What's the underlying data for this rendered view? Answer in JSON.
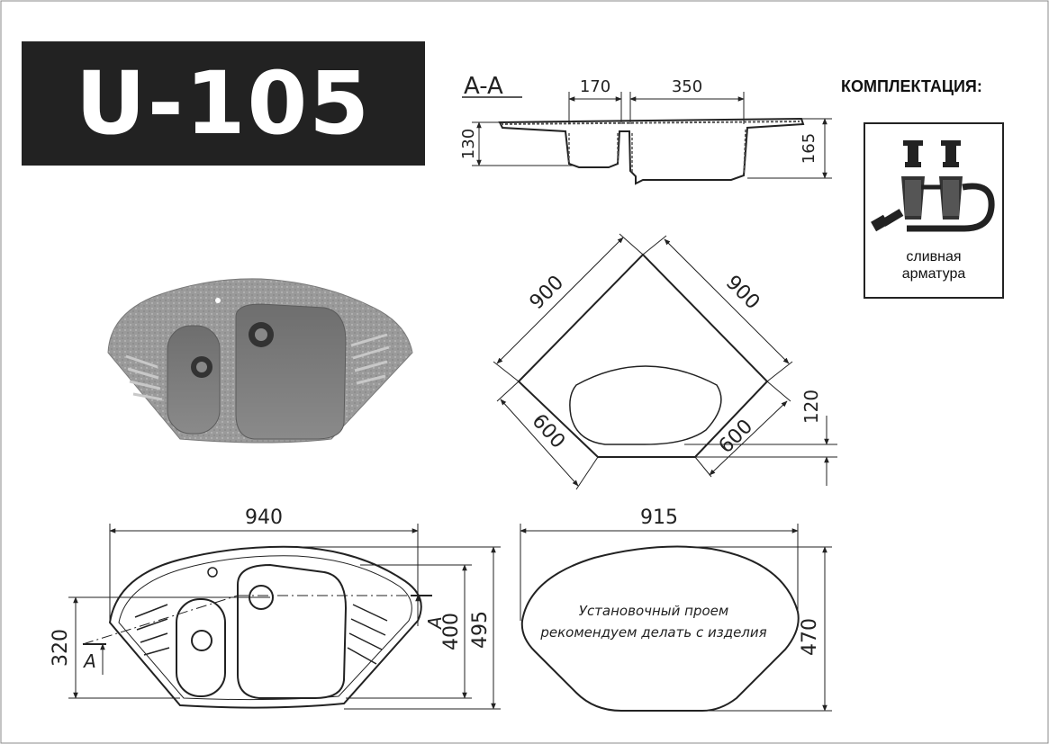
{
  "model": "U-105",
  "section": {
    "label": "A-A",
    "dims": {
      "bowl_small": "170",
      "bowl_large": "350",
      "height_small": "130",
      "height_large": "165"
    }
  },
  "kit": {
    "title": "КОМПЛЕКТАЦИЯ:",
    "item_line1": "сливная",
    "item_line2": "арматура",
    "icon": "drain-siphon-icon"
  },
  "corner_view": {
    "side_a": "900",
    "side_b": "900",
    "front_a": "600",
    "front_b": "600",
    "offset": "120"
  },
  "top_view": {
    "width": "940",
    "depth_total": "495",
    "depth_bowl": "400",
    "offset": "320",
    "section_mark_left": "A",
    "section_mark_right": "A"
  },
  "cutout_view": {
    "width": "915",
    "depth": "470",
    "note_line1": "Установочный проем",
    "note_line2": "рекомендуем делать с изделия"
  },
  "colors": {
    "ink": "#222222",
    "banner": "#222222",
    "sink_photo": "#8c8c8c"
  }
}
